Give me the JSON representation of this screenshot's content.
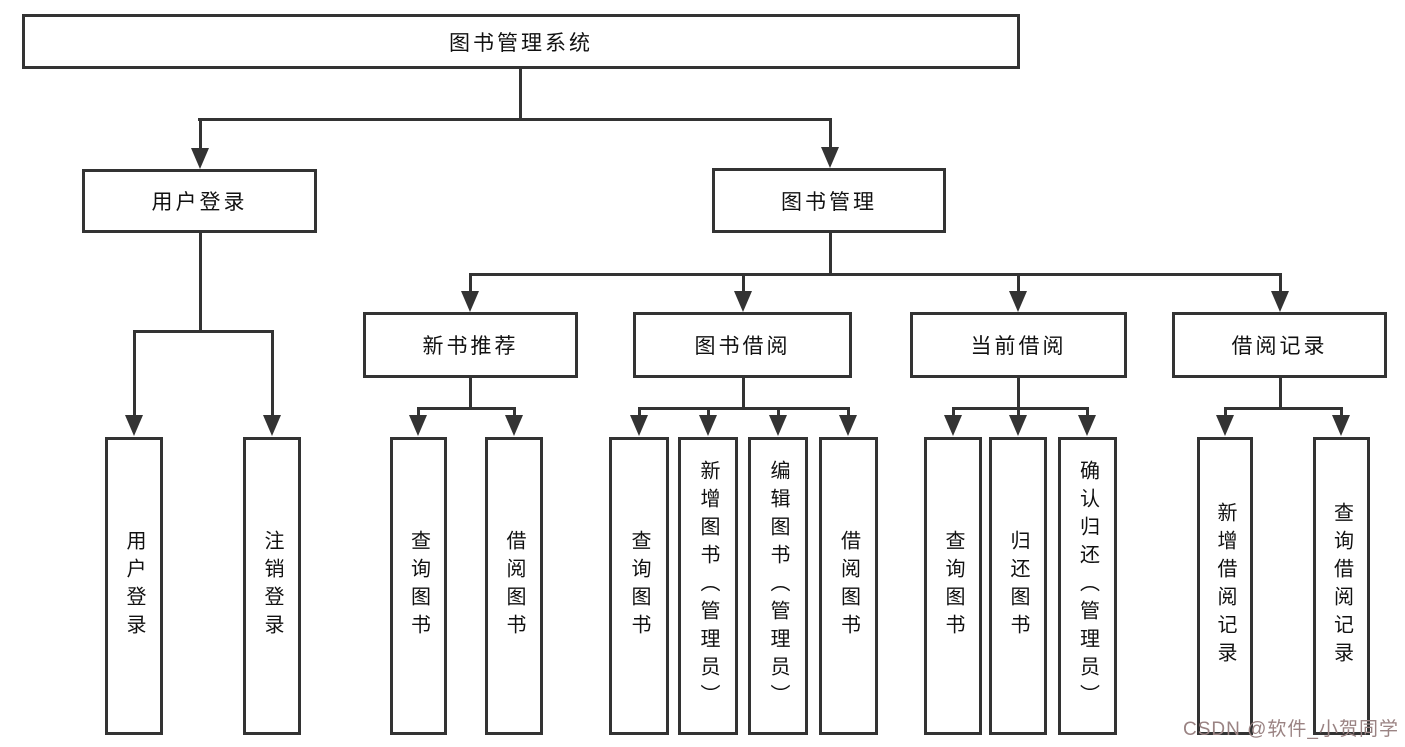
{
  "colors": {
    "background": "#ffffff",
    "line": "#333333",
    "box_border": "#333333",
    "text": "#111111",
    "watermark": "#9a8383"
  },
  "diagram": {
    "root": {
      "label": "图书管理系统"
    },
    "level1": {
      "user_login": {
        "label": "用户登录"
      },
      "book_management": {
        "label": "图书管理"
      }
    },
    "level2": {
      "new_book_recommendation": {
        "label": "新书推荐"
      },
      "book_borrowing": {
        "label": "图书借阅"
      },
      "current_borrowing": {
        "label": "当前借阅"
      },
      "borrowing_records": {
        "label": "借阅记录"
      }
    },
    "leaves": {
      "user_login_leaf": {
        "label": "用户登录"
      },
      "logout": {
        "label": "注销登录"
      },
      "rec_query_books": {
        "label": "查询图书"
      },
      "rec_borrow_books": {
        "label": "借阅图书"
      },
      "bb_query_books": {
        "label": "查询图书"
      },
      "bb_add_books": {
        "label": "新增图书（管理员）"
      },
      "bb_edit_books": {
        "label": "编辑图书（管理员）"
      },
      "bb_borrow_books": {
        "label": "借阅图书"
      },
      "cb_query_books": {
        "label": "查询图书"
      },
      "cb_return_books": {
        "label": "归还图书"
      },
      "cb_confirm_return": {
        "label": "确认归还（管理员）"
      },
      "br_add_record": {
        "label": "新增借阅记录"
      },
      "br_query_record": {
        "label": "查询借阅记录"
      }
    }
  },
  "watermark": {
    "text": "CSDN @软件_小贺同学"
  }
}
